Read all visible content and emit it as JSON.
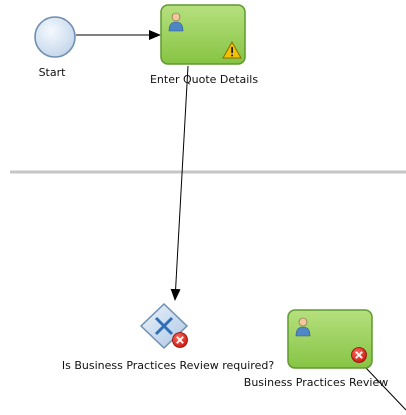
{
  "diagram": {
    "start_event": {
      "label": "Start"
    },
    "tasks": [
      {
        "label": "Enter Quote Details",
        "status": "warning"
      },
      {
        "label": "Business Practices Review",
        "status": "error"
      }
    ],
    "gateway": {
      "label": "Is Business Practices Review required?",
      "status": "error"
    }
  },
  "colors": {
    "task_fill": "#8fce4e",
    "task_border": "#5f9a2e",
    "start_fill": "#d4e3f3",
    "start_border": "#6f8fb0",
    "gateway_fill": "#c9daf0",
    "lane_divider": "#c8c8c8",
    "warning": "#f2c200",
    "error": "#d9231a"
  }
}
